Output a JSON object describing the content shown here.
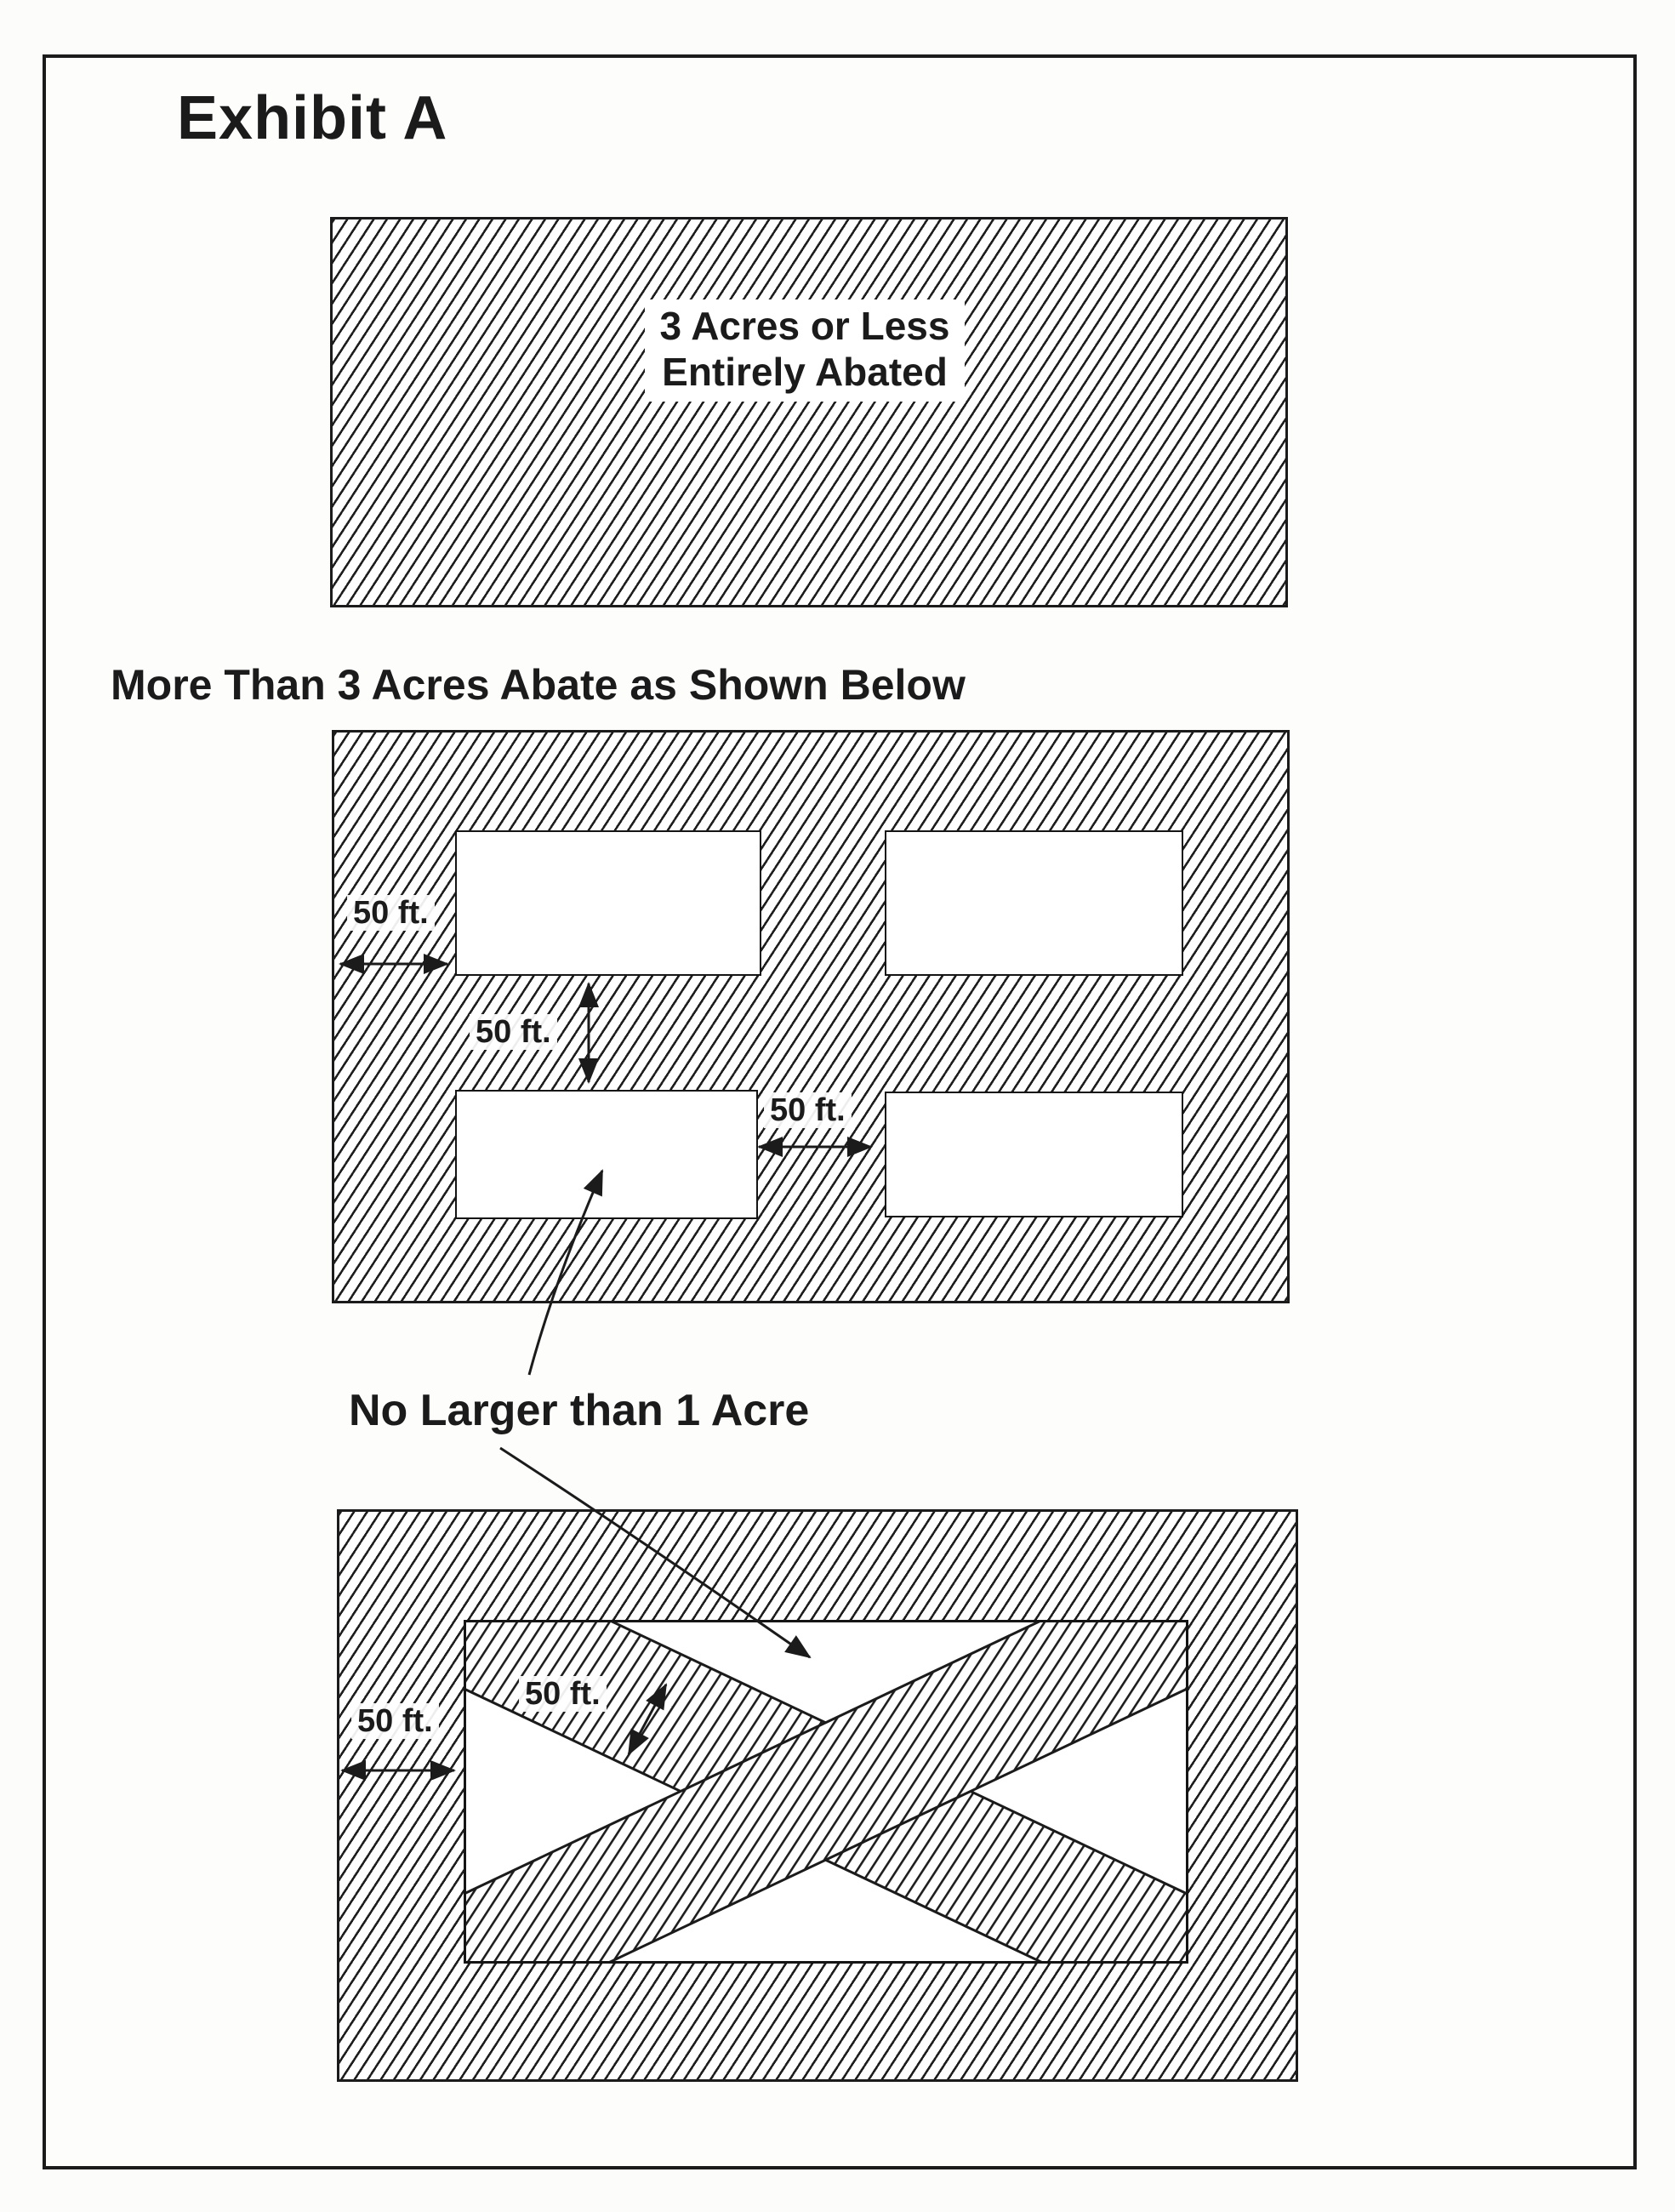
{
  "colors": {
    "ink": "#1b1b1b",
    "paper": "#fcfcfb"
  },
  "exhibit": {
    "title": "Exhibit A"
  },
  "parcel_small": {
    "line1": "3 Acres or Less",
    "line2": "Entirely Abated"
  },
  "section_large": {
    "heading": "More Than 3 Acres Abate as Shown Below",
    "dim_left": "50 ft.",
    "dim_rows": "50 ft.",
    "dim_cols": "50 ft."
  },
  "callout": {
    "text": "No Larger than 1 Acre"
  },
  "parcel_crossed": {
    "dim_left": "50 ft.",
    "dim_band": "50 ft."
  }
}
